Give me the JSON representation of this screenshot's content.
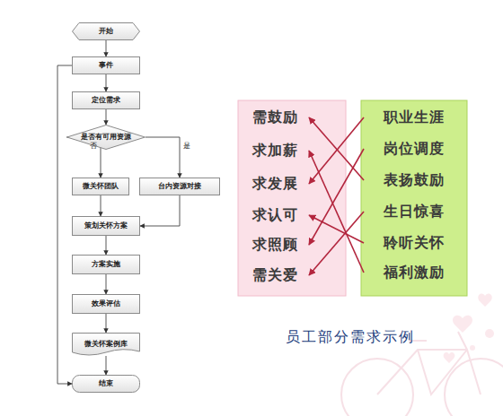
{
  "diagram": {
    "caption": "员工部分需求示例",
    "nodes": [
      {
        "text": [
          "开始"
        ]
      },
      {
        "text": [
          "事件"
        ]
      },
      {
        "text": [
          "定位需求"
        ]
      },
      {
        "text": [
          "是否有可用资源"
        ]
      },
      {
        "text": [
          "微关怀团队"
        ]
      },
      {
        "text": [
          "台内资源对接"
        ]
      },
      {
        "text": [
          "策划关怀方案"
        ]
      },
      {
        "text": [
          "方案实施"
        ]
      },
      {
        "text": [
          "效果评估"
        ]
      },
      {
        "text": [
          "微关怀案例库"
        ]
      },
      {
        "text": [
          "结束"
        ]
      },
      {
        "text": [
          "需鼓励"
        ]
      },
      {
        "text": [
          "求加薪"
        ]
      },
      {
        "text": [
          "求发展"
        ]
      },
      {
        "text": [
          "求认可"
        ]
      },
      {
        "text": [
          "求照顾"
        ]
      },
      {
        "text": [
          "需关爱"
        ]
      },
      {
        "text": [
          "职业生涯"
        ]
      },
      {
        "text": [
          "岗位调度"
        ]
      },
      {
        "text": [
          "表扬鼓励"
        ]
      },
      {
        "text": [
          "生日惊喜"
        ]
      },
      {
        "text": [
          "聆听关怀"
        ]
      },
      {
        "text": [
          "福利激励"
        ]
      }
    ],
    "edges": [
      {
        "from": 0,
        "to": 1,
        "arrow": "to"
      },
      {
        "from": 1,
        "to": 2,
        "arrow": "to"
      },
      {
        "from": 2,
        "to": 3,
        "arrow": "to"
      },
      {
        "from": 3,
        "to": 4,
        "label": "否",
        "arrow": "to"
      },
      {
        "from": 3,
        "to": 5,
        "label": "是",
        "arrow": "to"
      },
      {
        "from": 4,
        "to": 6,
        "arrow": "to"
      },
      {
        "from": 5,
        "to": 6,
        "arrow": "to"
      },
      {
        "from": 6,
        "to": 7,
        "arrow": "to"
      },
      {
        "from": 7,
        "to": 8,
        "arrow": "to"
      },
      {
        "from": 8,
        "to": 9,
        "arrow": "to"
      },
      {
        "from": 9,
        "to": 10,
        "arrow": "to"
      },
      {
        "from": 1,
        "to": 10,
        "arrow": "to"
      },
      {
        "from": 17,
        "to": 13,
        "arrow": "to"
      },
      {
        "from": 18,
        "to": 15,
        "arrow": "to"
      },
      {
        "from": 19,
        "to": 11,
        "arrow": "to"
      },
      {
        "from": 20,
        "to": 16,
        "arrow": "to"
      },
      {
        "from": 21,
        "to": 14,
        "arrow": "to"
      },
      {
        "from": 22,
        "to": 12,
        "arrow": "to"
      }
    ]
  }
}
